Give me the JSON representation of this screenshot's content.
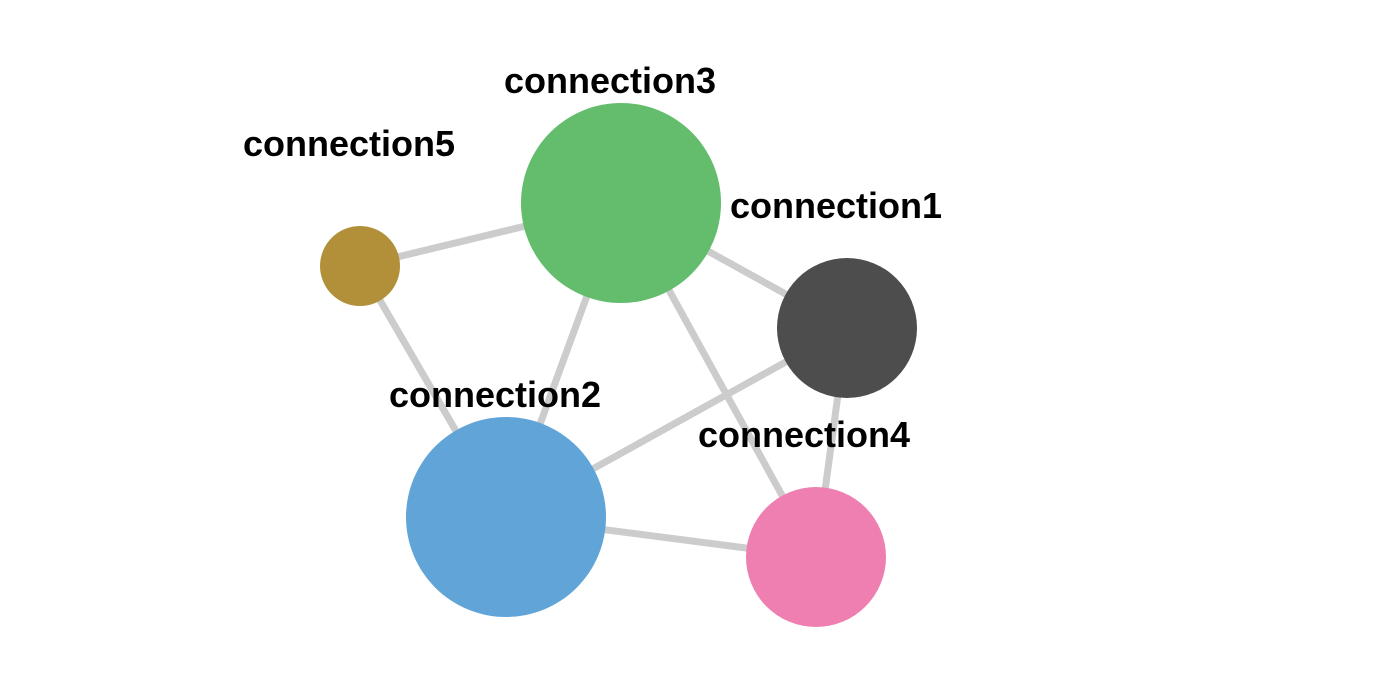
{
  "diagram": {
    "type": "network-graph",
    "edge_color": "#cccccc",
    "nodes": [
      {
        "id": "connection1",
        "label": "connection1",
        "color": "#4d4d4d"
      },
      {
        "id": "connection2",
        "label": "connection2",
        "color": "#61a5d8"
      },
      {
        "id": "connection3",
        "label": "connection3",
        "color": "#63bd6c"
      },
      {
        "id": "connection4",
        "label": "connection4",
        "color": "#ef7fb0"
      },
      {
        "id": "connection5",
        "label": "connection5",
        "color": "#b28f39"
      }
    ],
    "edges": [
      {
        "source": "connection5",
        "target": "connection3"
      },
      {
        "source": "connection5",
        "target": "connection2"
      },
      {
        "source": "connection3",
        "target": "connection2"
      },
      {
        "source": "connection3",
        "target": "connection1"
      },
      {
        "source": "connection3",
        "target": "connection4"
      },
      {
        "source": "connection1",
        "target": "connection2"
      },
      {
        "source": "connection1",
        "target": "connection4"
      },
      {
        "source": "connection2",
        "target": "connection4"
      }
    ]
  }
}
